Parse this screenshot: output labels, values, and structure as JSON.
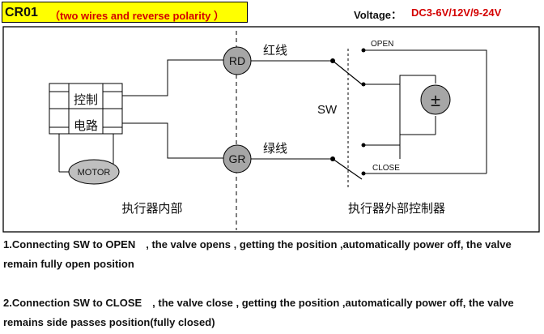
{
  "header": {
    "title_main": "CR01",
    "title_sub": "（two wires and reverse polarity ）",
    "voltage_label": "Voltage：",
    "voltage_value": "DC3-6V/12V/9-24V"
  },
  "colors": {
    "title_background": "#ffff00",
    "accent_red": "#d40000",
    "terminal_fill": "#a6a6a6",
    "motor_fill": "#bfbfbf"
  },
  "diagram": {
    "terminal_rd": "RD",
    "terminal_gr": "GR",
    "wire_red_label": "红线",
    "wire_green_label": "绿线",
    "controller_top": "控制",
    "controller_bottom": "电路",
    "motor_label": "MOTOR",
    "switch_label": "SW",
    "open_label": "OPEN",
    "close_label": "CLOSE",
    "battery_symbol": "±",
    "internal_caption": "执行器内部",
    "external_caption": "执行器外部控制器"
  },
  "notes": [
    "1.Connecting SW to OPEN　, the valve opens , getting the position ,automatically power off, the valve remain fully open position",
    "2.Connection SW to CLOSE　, the valve close , getting the position ,automatically power off, the valve remains side passes position(fully closed)"
  ]
}
